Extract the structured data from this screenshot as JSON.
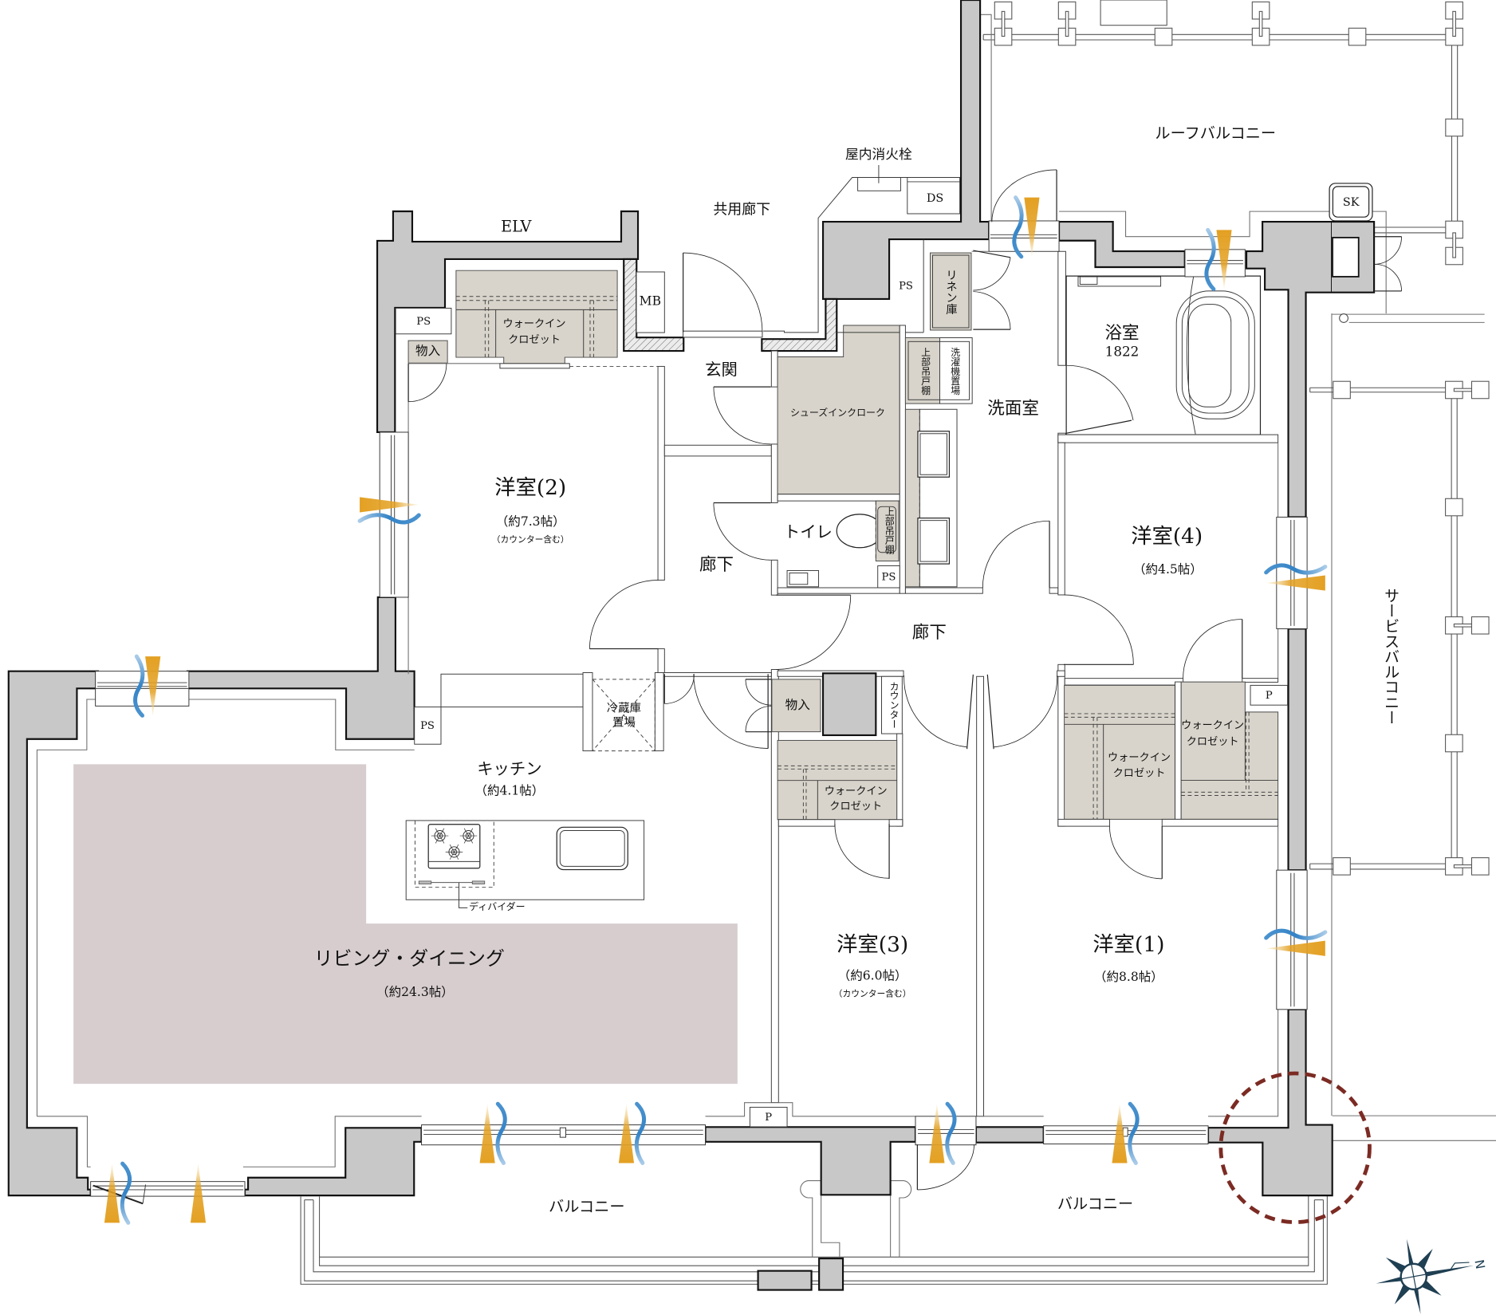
{
  "common_area": {
    "elevator": "ELV",
    "common_corridor": "共用廊下",
    "fire_hydrant": "屋内消火栓",
    "dust_shaft": "DS",
    "meter_box": "MB"
  },
  "entrance": {
    "genkan": "玄関",
    "hallway_upper": "廊下",
    "hallway_lower": "廊下",
    "shoes_in_cloak": "シューズインクローク"
  },
  "rooms": {
    "western_1": {
      "name": "洋室(1)",
      "area": "（約8.8帖）"
    },
    "western_2": {
      "name": "洋室(2)",
      "area": "（約7.3帖）",
      "note": "（カウンター含む）"
    },
    "western_3": {
      "name": "洋室(3)",
      "area": "（約6.0帖）",
      "note": "（カウンター含む）"
    },
    "western_4": {
      "name": "洋室(4)",
      "area": "（約4.5帖）"
    },
    "living_dining": {
      "name": "リビング・ダイニング",
      "area": "（約24.3帖）"
    },
    "kitchen": {
      "name": "キッチン",
      "area": "（約4.1帖）"
    },
    "bathroom": {
      "name": "浴室",
      "unit_size": "1822"
    },
    "washroom": {
      "name": "洗面室"
    },
    "toilet": {
      "name": "トイレ"
    }
  },
  "storage": {
    "wic_western_1": "ウォークイン\nクロゼット",
    "wic_western_2": "ウォークイン\nクロゼット",
    "wic_western_3": "ウォークイン\nクロゼット",
    "wic_western_4": "ウォークイン\nクロゼット",
    "closet_western_2": "物入",
    "closet_hall": "物入",
    "linen": "リネン庫",
    "upper_cabinet_washroom": "上部吊戸棚",
    "upper_cabinet_toilet": "上部吊戸棚",
    "washer_space": "洗濯機置場",
    "fridge_space": "冷蔵庫\n置場",
    "counter": "カウンター",
    "divider": "ディバイダー"
  },
  "shafts": {
    "ps_western_2": "PS",
    "ps_top": "PS",
    "ps_toilet": "PS",
    "ps_living": "PS",
    "p_western_4": "P",
    "p_balcony": "P",
    "sk": "SK"
  },
  "outdoor": {
    "roof_balcony": "ルーフバルコニー",
    "service_balcony": "サービスバルコニー",
    "balcony_west": "バルコニー",
    "balcony_east": "バルコニー"
  },
  "compass": {
    "north": "N"
  },
  "colors": {
    "wall": "#c8c8c8",
    "closet": "#d8d4cb",
    "living_dining_floor": "#d7cdcf",
    "highlight_circle": "#7b2b23",
    "ventilation_air": "#e3a022",
    "ventilation_wind": "#3483c6",
    "compass": "#1f3f52"
  }
}
